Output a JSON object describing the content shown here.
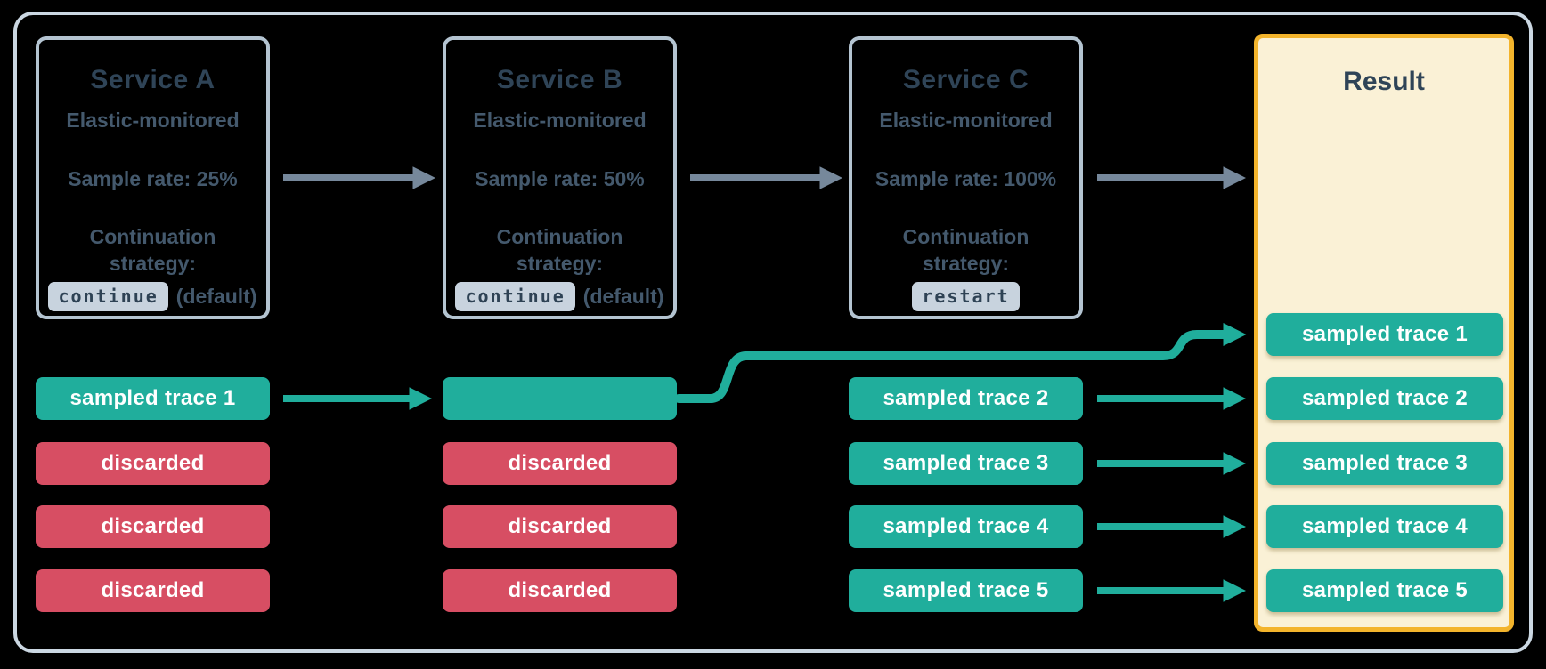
{
  "services": [
    {
      "title": "Service A",
      "monitoring": "Elastic-monitored",
      "sample_rate": "Sample rate: 25%",
      "continuation_label": "Continuation strategy:",
      "strategy_value": "continue",
      "strategy_note": "(default)",
      "traces": [
        {
          "label": "sampled trace 1",
          "status": "sampled"
        },
        {
          "label": "discarded",
          "status": "discarded"
        },
        {
          "label": "discarded",
          "status": "discarded"
        },
        {
          "label": "discarded",
          "status": "discarded"
        }
      ]
    },
    {
      "title": "Service B",
      "monitoring": "Elastic-monitored",
      "sample_rate": "Sample rate: 50%",
      "continuation_label": "Continuation strategy:",
      "strategy_value": "continue",
      "strategy_note": "(default)",
      "traces": [
        {
          "label": "",
          "status": "sampled"
        },
        {
          "label": "discarded",
          "status": "discarded"
        },
        {
          "label": "discarded",
          "status": "discarded"
        },
        {
          "label": "discarded",
          "status": "discarded"
        }
      ]
    },
    {
      "title": "Service C",
      "monitoring": "Elastic-monitored",
      "sample_rate": "Sample rate: 100%",
      "continuation_label": "Continuation strategy:",
      "strategy_value": "restart",
      "strategy_note": "",
      "traces": [
        {
          "label": "sampled trace 2",
          "status": "sampled"
        },
        {
          "label": "sampled trace 3",
          "status": "sampled"
        },
        {
          "label": "sampled trace 4",
          "status": "sampled"
        },
        {
          "label": "sampled trace 5",
          "status": "sampled"
        }
      ]
    }
  ],
  "result": {
    "title": "Result",
    "traces": [
      "sampled trace 1",
      "sampled trace 2",
      "sampled trace 3",
      "sampled trace 4",
      "sampled trace 5"
    ]
  },
  "connections": [
    {
      "from": "Service A",
      "to": "Service B",
      "kind": "service-flow"
    },
    {
      "from": "Service B",
      "to": "Service C",
      "kind": "service-flow"
    },
    {
      "from": "Service C",
      "to": "Result",
      "kind": "service-flow"
    },
    {
      "from": "Service A: sampled trace 1",
      "to": "Service B",
      "kind": "trace-flow"
    },
    {
      "from": "Service B: sampled trace",
      "to": "Result: sampled trace 1",
      "kind": "trace-flow"
    },
    {
      "from": "Service C: sampled trace 2",
      "to": "Result: sampled trace 2",
      "kind": "trace-flow"
    },
    {
      "from": "Service C: sampled trace 3",
      "to": "Result: sampled trace 3",
      "kind": "trace-flow"
    },
    {
      "from": "Service C: sampled trace 4",
      "to": "Result: sampled trace 4",
      "kind": "trace-flow"
    },
    {
      "from": "Service C: sampled trace 5",
      "to": "Result: sampled trace 5",
      "kind": "trace-flow"
    }
  ],
  "colors": {
    "background": "#000000",
    "frame_border": "#CBD7E2",
    "card_border": "#B4C4D1",
    "card_title_text": "#2F4457",
    "card_body_text": "#44596D",
    "badge_bg": "#C8D3DE",
    "badge_text": "#2E4254",
    "sampled_green": "#20AE9C",
    "discarded_red": "#D74E63",
    "result_bg": "#FAF1D6",
    "result_border": "#F3B42C",
    "trace_label_text": "#FFFFFF",
    "service_arrow_gray": "#76889B"
  }
}
